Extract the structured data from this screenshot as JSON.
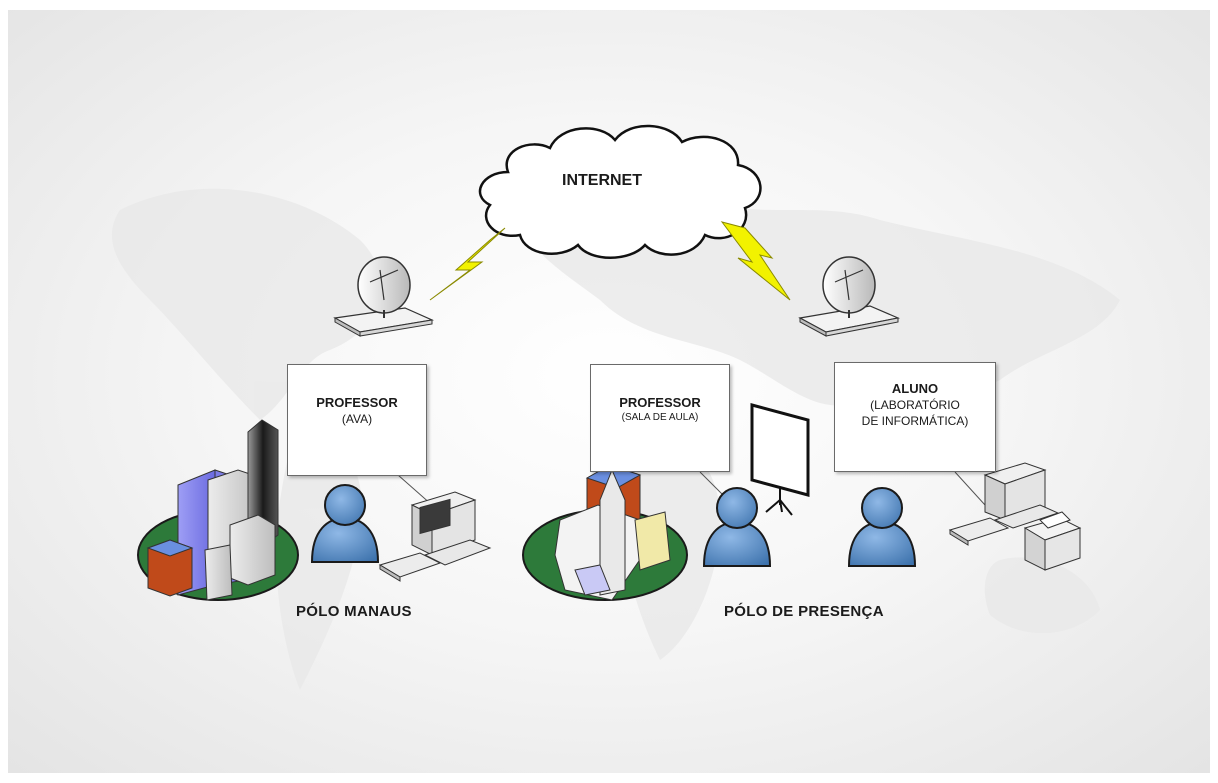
{
  "internet": {
    "label": "INTERNET"
  },
  "callouts": {
    "professor_ava": {
      "title": "PROFESSOR",
      "subtitle": "(AVA)"
    },
    "professor_sala": {
      "title": "PROFESSOR",
      "subtitle": "(SALA DE AULA)"
    },
    "aluno": {
      "title": "ALUNO",
      "line1": "(LABORATÓRIO",
      "line2": "DE INFORMÁTICA)"
    }
  },
  "labels": {
    "polo_manaus": "PÓLO MANAUS",
    "polo_presenca": "PÓLO DE PRESENÇA"
  },
  "colors": {
    "person": "#4f86c1",
    "campus_green": "#2d7a3a",
    "lightning": "#f2f200"
  },
  "icons": [
    "cloud-icon",
    "satellite-dish-icon",
    "lightning-icon",
    "city-icon",
    "person-icon",
    "computer-icon",
    "projector-screen-icon",
    "church-icon",
    "printer-icon"
  ]
}
